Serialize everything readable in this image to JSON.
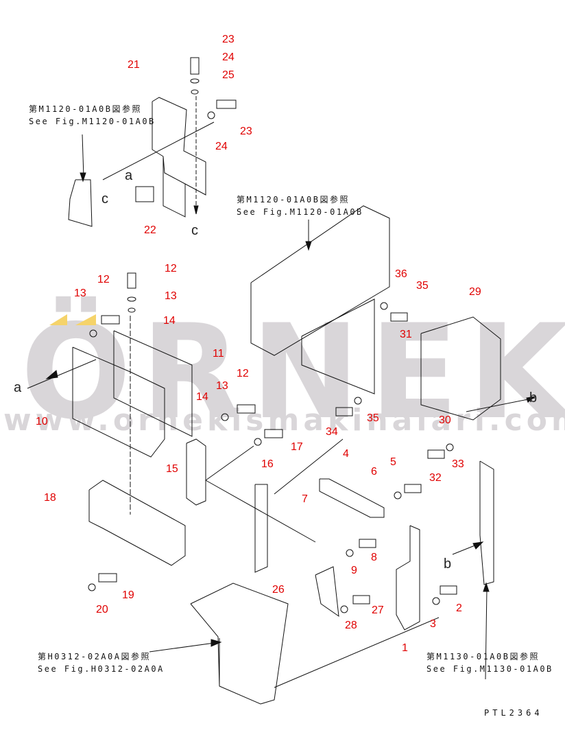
{
  "watermark": {
    "logo": "ÖRNEK",
    "url": "www.ornekismakinalari.com.tr",
    "logo_color": "#d9d6d9",
    "accent_color": "#f5d36a"
  },
  "callout_color": "#e00000",
  "callouts": [
    "23",
    "24",
    "25",
    "23",
    "24",
    "21",
    "22",
    "12",
    "12",
    "13",
    "13",
    "14",
    "11",
    "14",
    "13",
    "12",
    "10",
    "17",
    "16",
    "15",
    "18",
    "7",
    "4",
    "6",
    "5",
    "9",
    "8",
    "26",
    "27",
    "28",
    "19",
    "20",
    "2",
    "3",
    "1",
    "32",
    "33",
    "34",
    "35",
    "36",
    "35",
    "31",
    "30",
    "29"
  ],
  "view_letters": [
    "a",
    "c",
    "c",
    "a",
    "b",
    "b"
  ],
  "references": [
    {
      "jp": "第M1120-01A0B図参照",
      "en": "See Fig.M1120-01A0B"
    },
    {
      "jp": "第M1120-01A0B図参照",
      "en": "See Fig.M1120-01A0B"
    },
    {
      "jp": "第H0312-02A0A図参照",
      "en": "See Fig.H0312-02A0A"
    },
    {
      "jp": "第M1130-01A0B図参照",
      "en": "See Fig.M1130-01A0B"
    }
  ],
  "drawing_id": "PTL2364"
}
